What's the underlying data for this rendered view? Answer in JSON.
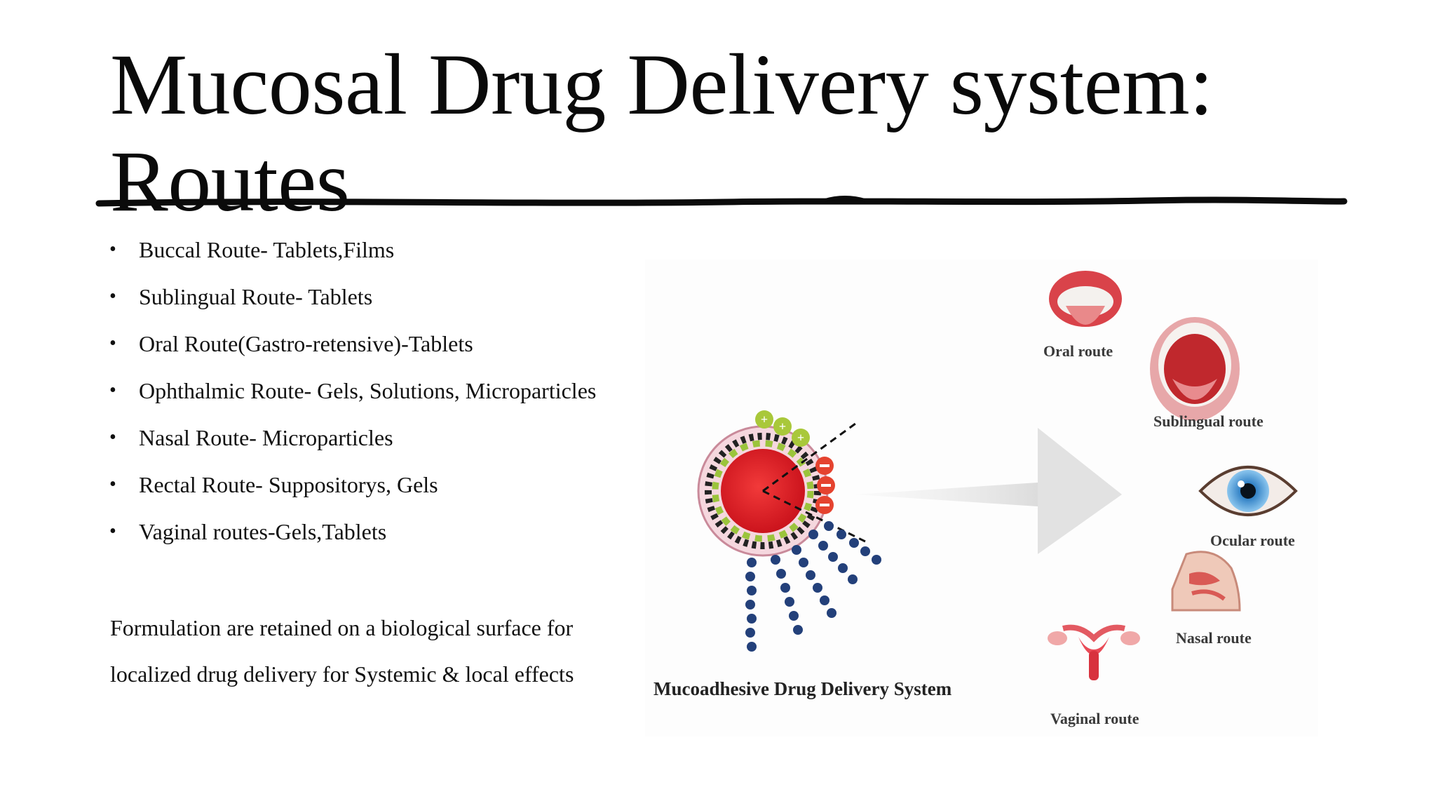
{
  "slide": {
    "title_line1": "Mucosal Drug Delivery system:",
    "title_line2": "Routes",
    "bullets": [
      "Buccal Route- Tablets,Films",
      "Sublingual Route- Tablets",
      "Oral Route(Gastro-retensive)-Tablets",
      "Ophthalmic Route- Gels, Solutions, Microparticles",
      "Nasal Route- Microparticles",
      "Rectal Route- Suppositorys, Gels",
      "Vaginal routes-Gels,Tablets"
    ],
    "summary_line1": "Formulation are retained on a biological surface for",
    "summary_line2": "localized drug delivery for Systemic & local effects"
  },
  "figure": {
    "caption": "Mucoadhesive Drug Delivery System",
    "labels": {
      "oral": "Oral route",
      "sublingual": "Sublingual route",
      "ocular": "Ocular route",
      "nasal": "Nasal route",
      "vaginal": "Vaginal route"
    },
    "icons": [
      "lips-icon",
      "open-mouth-icon",
      "eye-icon",
      "nasal-cavity-icon",
      "uterus-icon",
      "nanoparticle-icon",
      "arrow-icon"
    ]
  }
}
